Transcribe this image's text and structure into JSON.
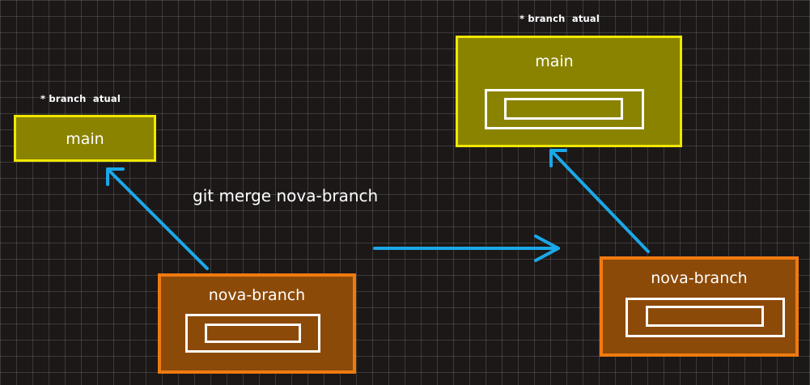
{
  "left_state": {
    "current_tag": "* branch  atual",
    "main_label": "main",
    "nova_label": "nova-branch"
  },
  "command": "git merge nova-branch",
  "right_state": {
    "current_tag": "* branch  atual",
    "main_label": "main",
    "nova_label": "nova-branch"
  },
  "colors": {
    "background": "#1c1818",
    "main_border": "#f0e800",
    "main_fill": "#8a8300",
    "nova_border": "#f07a10",
    "nova_fill": "#8c4a08",
    "arrow": "#1aa8e8",
    "text": "#ffffff"
  }
}
